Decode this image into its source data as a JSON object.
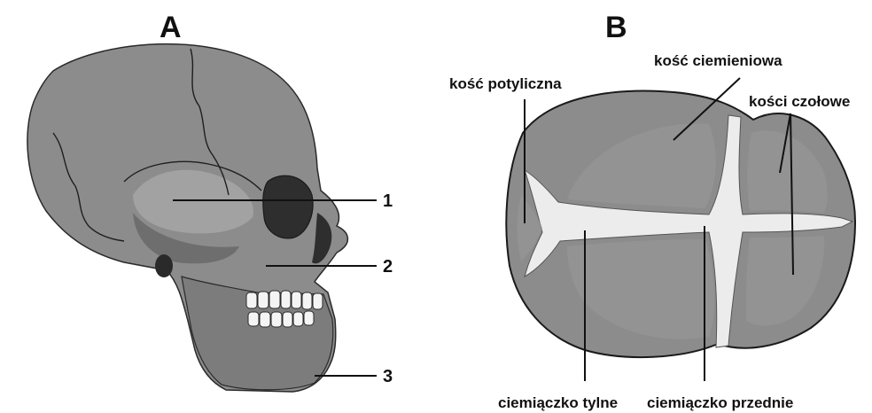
{
  "panels": {
    "a": {
      "letter": "A",
      "callouts": [
        "1",
        "2",
        "3"
      ]
    },
    "b": {
      "letter": "B",
      "labels": {
        "occipital": "kość potyliczna",
        "parietal": "kość ciemieniowa",
        "frontal": "kości czołowe",
        "posterior_fontanelle": "ciemiączko tylne",
        "anterior_fontanelle": "ciemiączko przednie"
      }
    }
  },
  "colors": {
    "bone": "#8c8c8c",
    "bone_light": "#a8a8a8",
    "shadow": "#3c3c3c",
    "fontanelle": "#ececec",
    "line": "#111111"
  }
}
